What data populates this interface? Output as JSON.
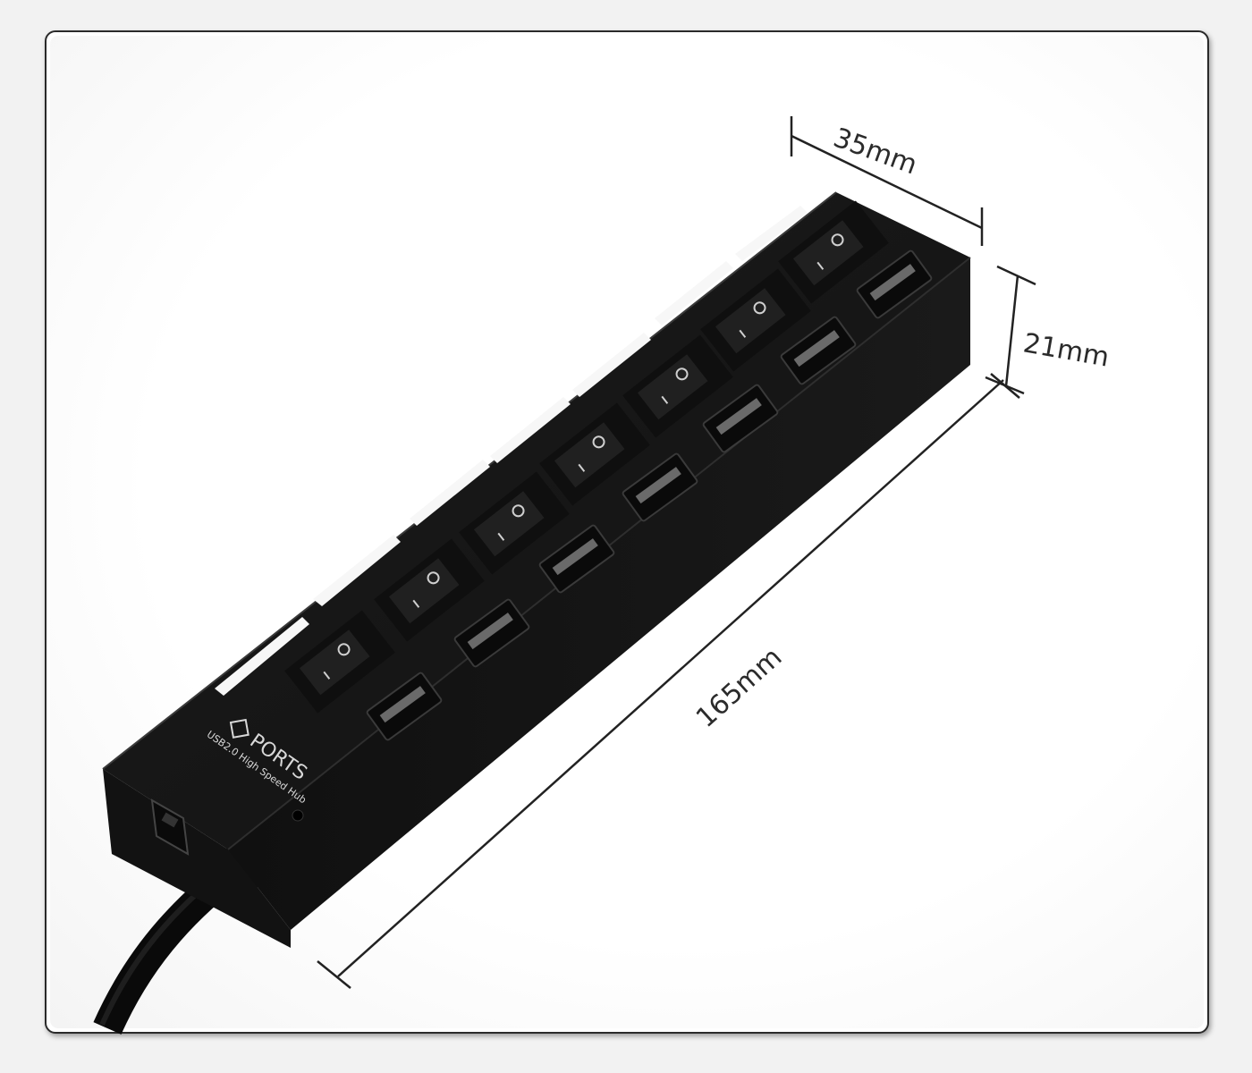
{
  "product": {
    "brand_line": "PORTS",
    "sub_line": "USB2.0 High Speed Hub",
    "switch_on_symbol": "I",
    "switch_off_symbol": "O",
    "port_count_icon": "seven-port-logo-icon"
  },
  "dimensions": {
    "width_label": "35mm",
    "height_label": "21mm",
    "length_label": "165mm"
  },
  "colors": {
    "body": "#151515",
    "led": "#f7f7f7",
    "line": "#222222"
  }
}
